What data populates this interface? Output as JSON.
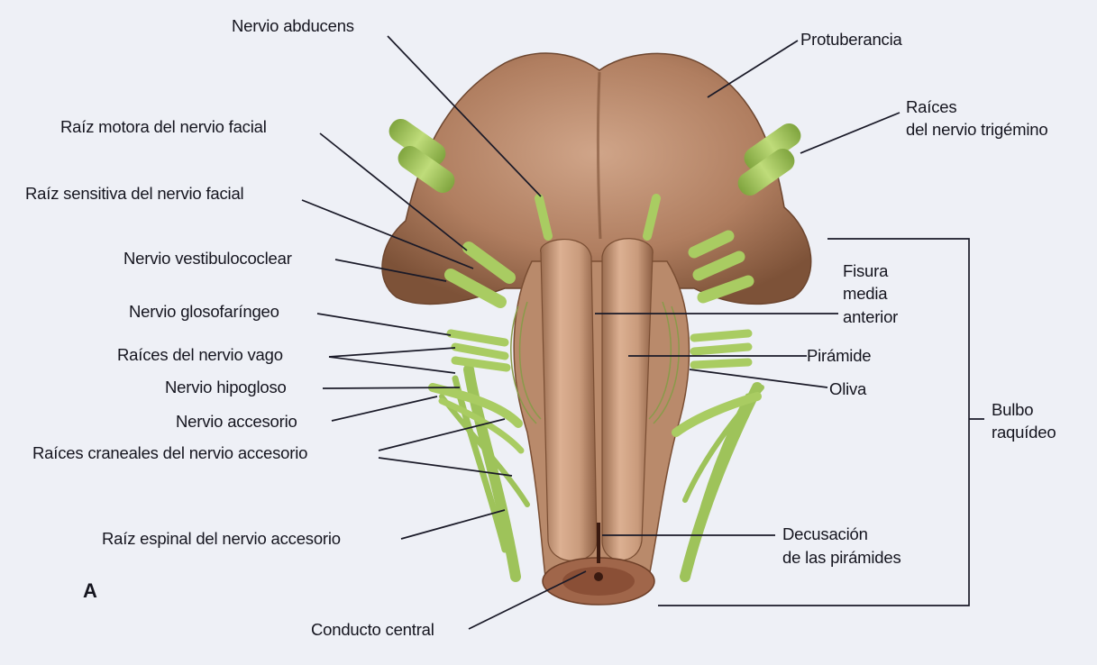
{
  "panel_letter": "A",
  "labels": {
    "nervio_abducens": "Nervio abducens",
    "protuberancia": "Protuberancia",
    "raiz_motora_facial": "Raíz motora del nervio facial",
    "raices_trigemino_1": "Raíces",
    "raices_trigemino_2": "del nervio trigémino",
    "raiz_sensitiva_facial": "Raíz sensitiva del nervio facial",
    "vestibulococlear": "Nervio vestibulococlear",
    "fisura_1": "Fisura",
    "fisura_2": "media",
    "fisura_3": "anterior",
    "glosofaringeo": "Nervio glosofaríngeo",
    "raices_vago": "Raíces del nervio vago",
    "piramide": "Pirámide",
    "hipogloso": "Nervio hipogloso",
    "oliva": "Oliva",
    "bulbo_1": "Bulbo",
    "bulbo_2": "raquídeo",
    "accesorio": "Nervio accesorio",
    "raices_craneales_accesorio": "Raíces craneales del nervio accesorio",
    "raiz_espinal_accesorio": "Raíz espinal del nervio accesorio",
    "decusacion_1": "Decusación",
    "decusacion_2": "de las pirámides",
    "conducto_central": "Conducto central"
  },
  "colors": {
    "background": "#eef0f6",
    "pons": "#b48566",
    "medulla": "#c49676",
    "nerve": "#a9cc62",
    "leader_line": "#1a1a28"
  }
}
